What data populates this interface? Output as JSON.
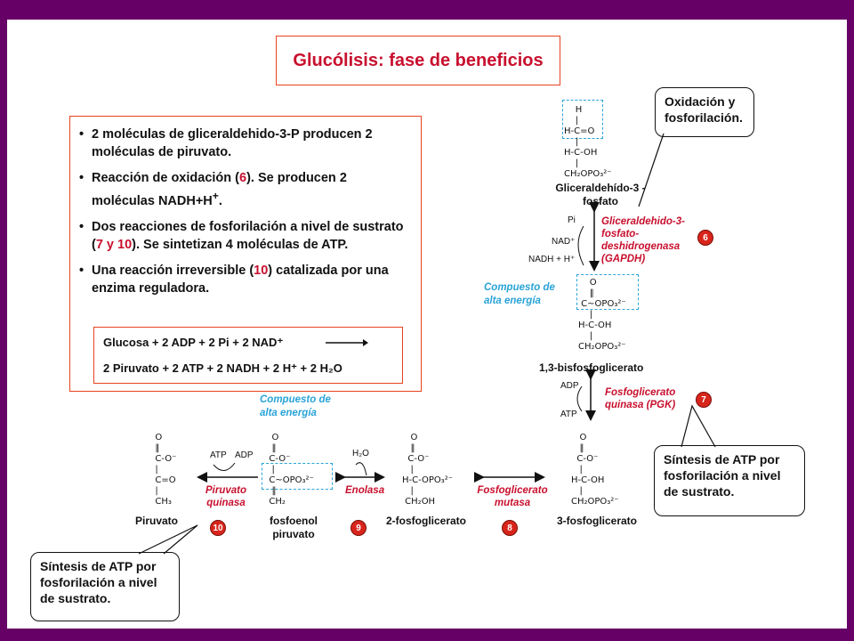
{
  "title": "Glucólisis: fase de beneficios",
  "bullets": [
    {
      "text": "2 moléculas de gliceraldehido-3-P producen 2 moléculas de piruvato."
    },
    {
      "pre": "Reacción de oxidación (",
      "num": "6",
      "post": "). Se producen 2 moléculas NADH+H",
      "sup": "+",
      "end": "."
    },
    {
      "pre": "Dos reacciones de fosforilación a nivel de sustrato (",
      "num": "7 y 10",
      "post": "). Se sintetizan 4 moléculas de ATP."
    },
    {
      "pre": "Una reacción irreversible (",
      "num": "10",
      "post": ") catalizada por una enzima reguladora."
    }
  ],
  "equation": {
    "line1": "Glucosa + 2 ADP + 2 Pi + 2 NAD⁺",
    "line2": "2 Piruvato + 2 ATP + 2 NADH + 2 H⁺ + 2 H₂O"
  },
  "callouts": {
    "top": "Oxidación y fosforilación.",
    "right": "Síntesis de ATP por fosforilación a nivel de sustrato.",
    "bottom": "Síntesis de ATP por fosforilación a nivel de sustrato."
  },
  "molecules": {
    "g3p": "Gliceraldehído-3 - fosfato",
    "bpg": "1,3-bisfosfoglicerato",
    "pg3": "3-fosfoglicerato",
    "pg2": "2-fosfoglicerato",
    "pep": "fosfoenol piruvato",
    "pyruvate": "Piruvato"
  },
  "enzymes": {
    "e6": "Gliceraldehido-3-fosfato-deshidrogenasa (GAPDH)",
    "e7": "Fosfoglicerato quinasa (PGK)",
    "e8": "Fosfoglicerato mutasa",
    "e9": "Enolasa",
    "e10": "Piruvato quinasa"
  },
  "steps": {
    "s6": "6",
    "s7": "7",
    "s8": "8",
    "s9": "9",
    "s10": "10"
  },
  "high_energy_label": "Compuesto de alta energía",
  "cofactors": {
    "pi": "Pi",
    "nad": "NAD⁺",
    "nadh": "NADH + H⁺",
    "adp": "ADP",
    "atp": "ATP",
    "h2o": "H₂O"
  },
  "structures": {
    "g3p": "    H\n    |\nH-C=O\n    |\nH-C-OH\n    |\nCH₂OPO₃²⁻",
    "bpg": "    O\n    ‖\n C~OPO₃²⁻\n    |\nH-C-OH\n    |\nCH₂OPO₃²⁻",
    "pg3": "   O\n   ‖\n  C-O⁻\n   |\nH-C-OH\n   |\nCH₂OPO₃²⁻",
    "pg2": "   O\n   ‖\n  C-O⁻\n   |\nH-C-OPO₃²⁻\n   |\n CH₂OH",
    "pep": "   O\n   ‖\n  C-O⁻\n   |\n  C~OPO₃²⁻\n   ‖\n  CH₂",
    "pyr": "  O\n  ‖\n  C-O⁻\n  |\n  C=O\n  |\n  CH₃"
  }
}
